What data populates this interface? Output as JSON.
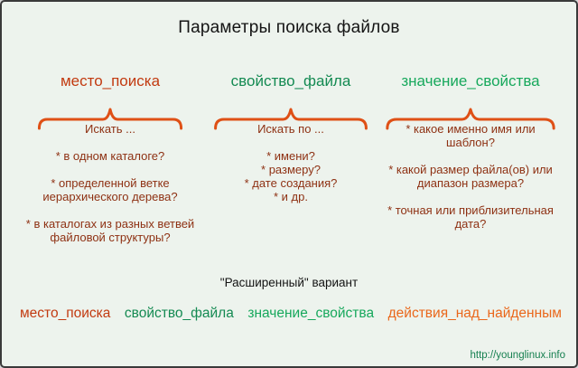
{
  "title": "Параметры поиска файлов",
  "columns": [
    {
      "header": "место_поиска",
      "caption": "Искать ...",
      "blocks": [
        "* в одном каталоге?",
        "* определенной ветке\nиерархического дерева?",
        "* в каталогах из разных ветвей\nфайловой структуры?"
      ]
    },
    {
      "header": "свойство_файла",
      "caption": "Искать по ...",
      "blocks": [
        "* имени?\n* размеру?\n* дате создания?\n* и др."
      ]
    },
    {
      "header": "значение_свойства",
      "caption": "* какое именно имя или\nшаблон?",
      "blocks": [
        "* какой размер файла(ов) или\nдиапазон размера?",
        "* точная или приблизительная\nдата?"
      ]
    }
  ],
  "extended": {
    "label": "\"Расширенный\" вариант",
    "items": [
      {
        "text": "место_поиска",
        "color": "#c23a10"
      },
      {
        "text": "свойство_файла",
        "color": "#148a52"
      },
      {
        "text": "значение_свойства",
        "color": "#17a85c"
      },
      {
        "text": "действия_над_найденным",
        "color": "#ea671b"
      }
    ]
  },
  "footer": {
    "url": "http://younglinux.info"
  },
  "colors": {
    "background": "#edf3ed",
    "border": "#3a3a3a",
    "brace": "#df5016",
    "body_text": "#8e3113",
    "title_text": "#141414"
  }
}
